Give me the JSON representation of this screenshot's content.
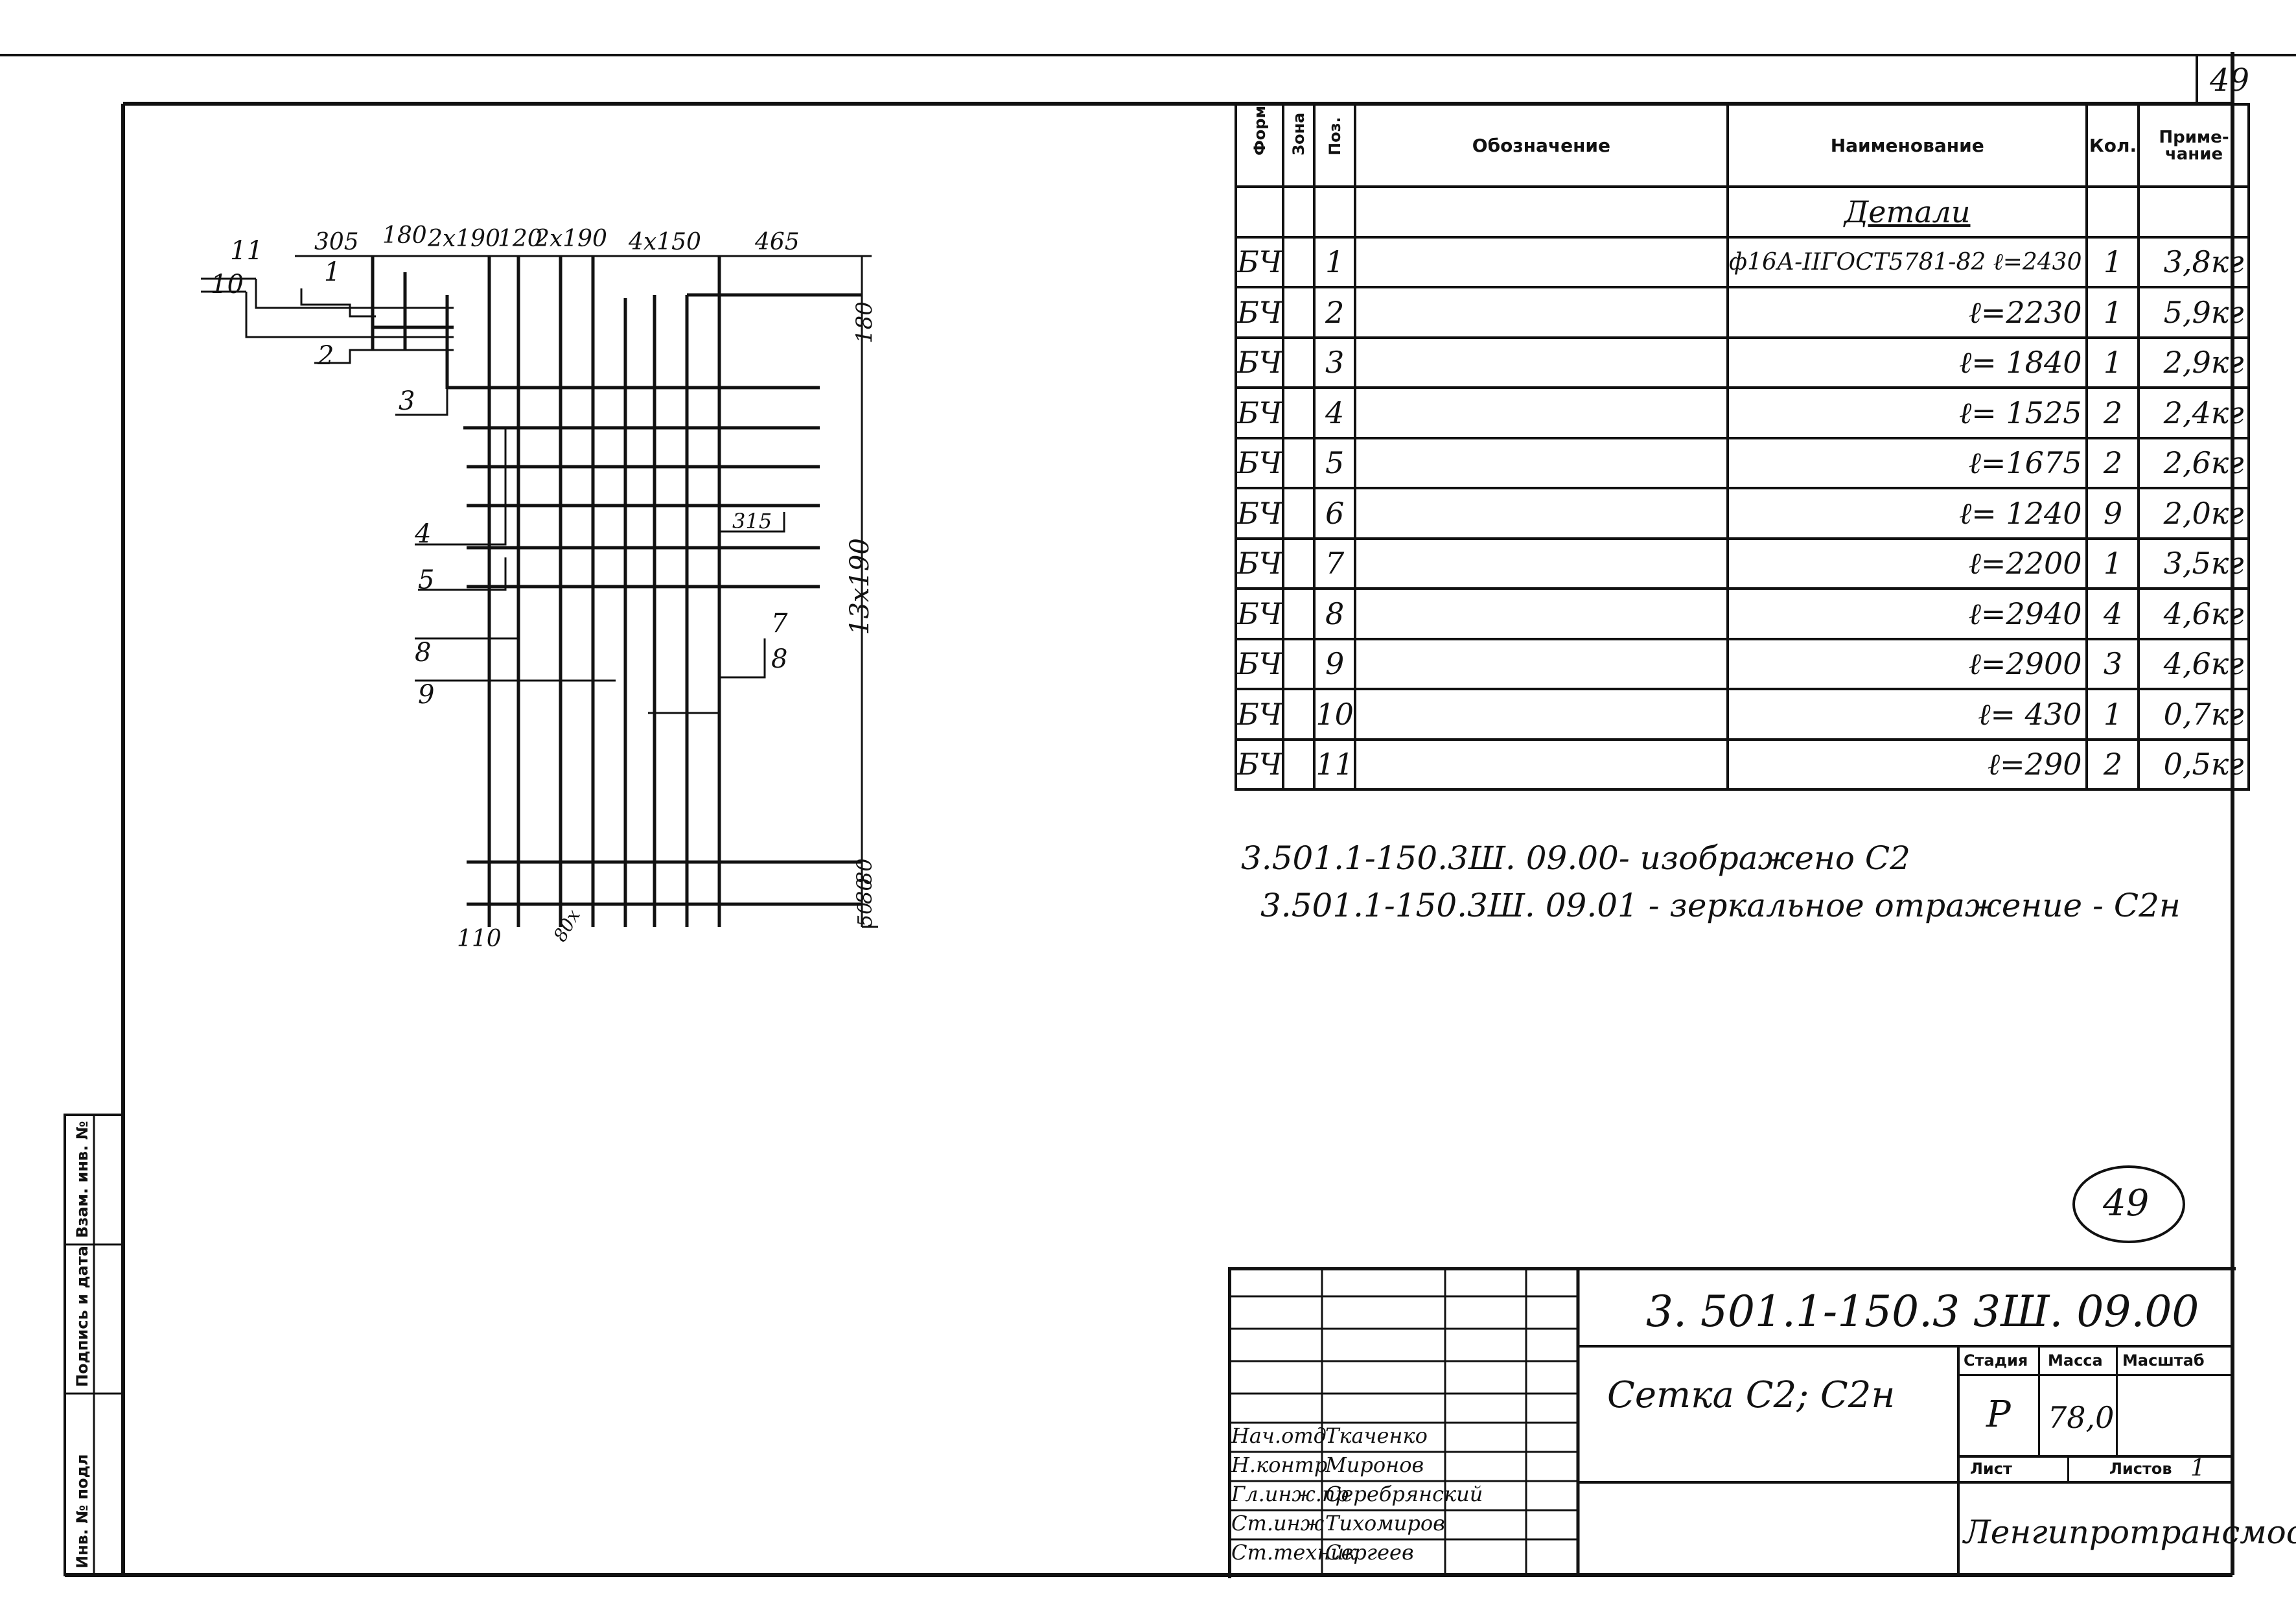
{
  "sheet_number": "49",
  "circled_number": "49",
  "drawing": {
    "dimensions_top": [
      "305",
      "180",
      "2x190",
      "120",
      "2x190",
      "4x150",
      "465"
    ],
    "callouts": [
      "11",
      "10",
      "1",
      "2",
      "3",
      "4",
      "5",
      "8",
      "9",
      "7",
      "8"
    ],
    "dim_right": [
      "180",
      "13x190",
      "80",
      "80",
      "50"
    ],
    "dim_inner": "315",
    "dim_bottom": [
      "110",
      "80x"
    ]
  },
  "spec_table": {
    "headers": {
      "format": "Формат",
      "zone": "Зона",
      "pos": "Поз.",
      "designation": "Обозначение",
      "name": "Наименование",
      "qty": "Кол.",
      "note": "Приме-чание"
    },
    "section_title": "Детали",
    "rows": [
      {
        "format": "БЧ",
        "pos": "1",
        "name": "ф16А-ІІГОСТ5781-82 ℓ=2430",
        "qty": "1",
        "note": "3,8кг"
      },
      {
        "format": "БЧ",
        "pos": "2",
        "name": "ℓ=2230",
        "qty": "1",
        "note": "5,9кг"
      },
      {
        "format": "БЧ",
        "pos": "3",
        "name": "ℓ= 1840",
        "qty": "1",
        "note": "2,9кг"
      },
      {
        "format": "БЧ",
        "pos": "4",
        "name": "ℓ= 1525",
        "qty": "2",
        "note": "2,4кг"
      },
      {
        "format": "БЧ",
        "pos": "5",
        "name": "ℓ=1675",
        "qty": "2",
        "note": "2,6кг"
      },
      {
        "format": "БЧ",
        "pos": "6",
        "name": "ℓ= 1240",
        "qty": "9",
        "note": "2,0кг"
      },
      {
        "format": "БЧ",
        "pos": "7",
        "name": "ℓ=2200",
        "qty": "1",
        "note": "3,5кг"
      },
      {
        "format": "БЧ",
        "pos": "8",
        "name": "ℓ=2940",
        "qty": "4",
        "note": "4,6кг"
      },
      {
        "format": "БЧ",
        "pos": "9",
        "name": "ℓ=2900",
        "qty": "3",
        "note": "4,6кг"
      },
      {
        "format": "БЧ",
        "pos": "10",
        "name": "ℓ= 430",
        "qty": "1",
        "note": "0,7кг"
      },
      {
        "format": "БЧ",
        "pos": "11",
        "name": "ℓ=290",
        "qty": "2",
        "note": "0,5кг"
      }
    ]
  },
  "notes": [
    "3.501.1-150.3Ш. 09.00- изображено С2",
    "3.501.1-150.3Ш. 09.01 - зеркальное отражение - С2н"
  ],
  "title_block": {
    "document_code": "3. 501.1-150.3 3Ш. 09.00",
    "title": "Сетка С2; С2н",
    "stage_label": "Стадия",
    "mass_label": "Масса",
    "scale_label": "Масштаб",
    "stage": "Р",
    "mass": "78,0",
    "sheet_label": "Лист",
    "sheets_label": "Листов",
    "sheets": "1",
    "organization": "Ленгипротрансмост",
    "roles": [
      "Нач.отд",
      "Н.контр",
      "Гл.инж.пр",
      "Ст.инж",
      "Ст.техник"
    ],
    "names": [
      "Ткаченко",
      "Миронов",
      "Серебрянский",
      "Тихомиров",
      "Сергеев"
    ]
  },
  "side_stamp": [
    "Инв. № подл",
    "Подпись и дата",
    "Взам. инв. №"
  ]
}
